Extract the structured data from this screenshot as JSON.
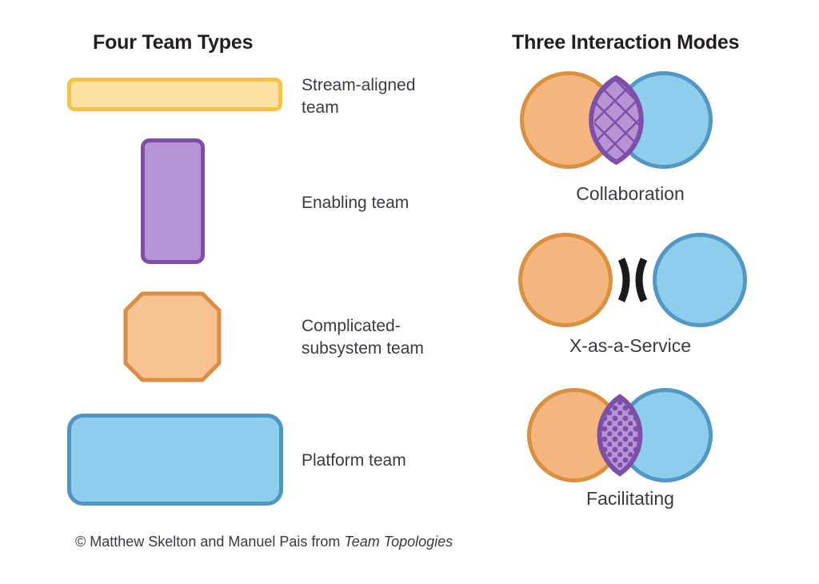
{
  "figure": {
    "background_color": "#ffffff",
    "footer": {
      "prefix": "© Matthew Skelton and Manuel Pais from ",
      "book_title": "Team Topologies"
    }
  },
  "left_column": {
    "heading": "Four Team Types",
    "team_types": [
      {
        "id": "stream-aligned",
        "label": "Stream-aligned team",
        "shape": "wide-rounded-bar",
        "fill": "#fbe1a3",
        "stroke": "#f6c444"
      },
      {
        "id": "enabling",
        "label": "Enabling team",
        "shape": "tall-rounded-rectangle",
        "fill": "#b795d4",
        "stroke": "#7d4fa9"
      },
      {
        "id": "complicated-subsystem",
        "label": "Complicated-subsystem team",
        "shape": "octagon",
        "fill": "#f7c291",
        "stroke": "#d98e41"
      },
      {
        "id": "platform",
        "label": "Platform team",
        "shape": "large-rounded-rectangle",
        "fill": "#8ecdec",
        "stroke": "#4f96c5"
      }
    ]
  },
  "right_column": {
    "heading": "Three Interaction Modes",
    "modes": [
      {
        "id": "collaboration",
        "label": "Collaboration",
        "diagram": "two-overlapping-circles",
        "overlap": "large",
        "overlap_pattern": "cross-hatch",
        "left_circle_fill": "#f4b57e",
        "left_circle_stroke": "#d9913f",
        "right_circle_fill": "#8ecdec",
        "right_circle_stroke": "#5298c4",
        "lens_fill": "#b795d4",
        "lens_stroke": "#7d4fa9"
      },
      {
        "id": "x-as-a-service",
        "label": "X-as-a-Service",
        "diagram": "two-separate-circles-with-connector",
        "connector_glyph": ")(",
        "connector_color": "#1a1a1a",
        "left_circle_fill": "#f4b57e",
        "left_circle_stroke": "#d9913f",
        "right_circle_fill": "#8ecdec",
        "right_circle_stroke": "#5298c4"
      },
      {
        "id": "facilitating",
        "label": "Facilitating",
        "diagram": "two-overlapping-circles",
        "overlap": "small",
        "overlap_pattern": "dots",
        "left_circle_fill": "#f4b57e",
        "left_circle_stroke": "#d9913f",
        "right_circle_fill": "#8ecdec",
        "right_circle_stroke": "#5298c4",
        "lens_fill": "#b795d4",
        "lens_stroke": "#7d4fa9"
      }
    ]
  }
}
